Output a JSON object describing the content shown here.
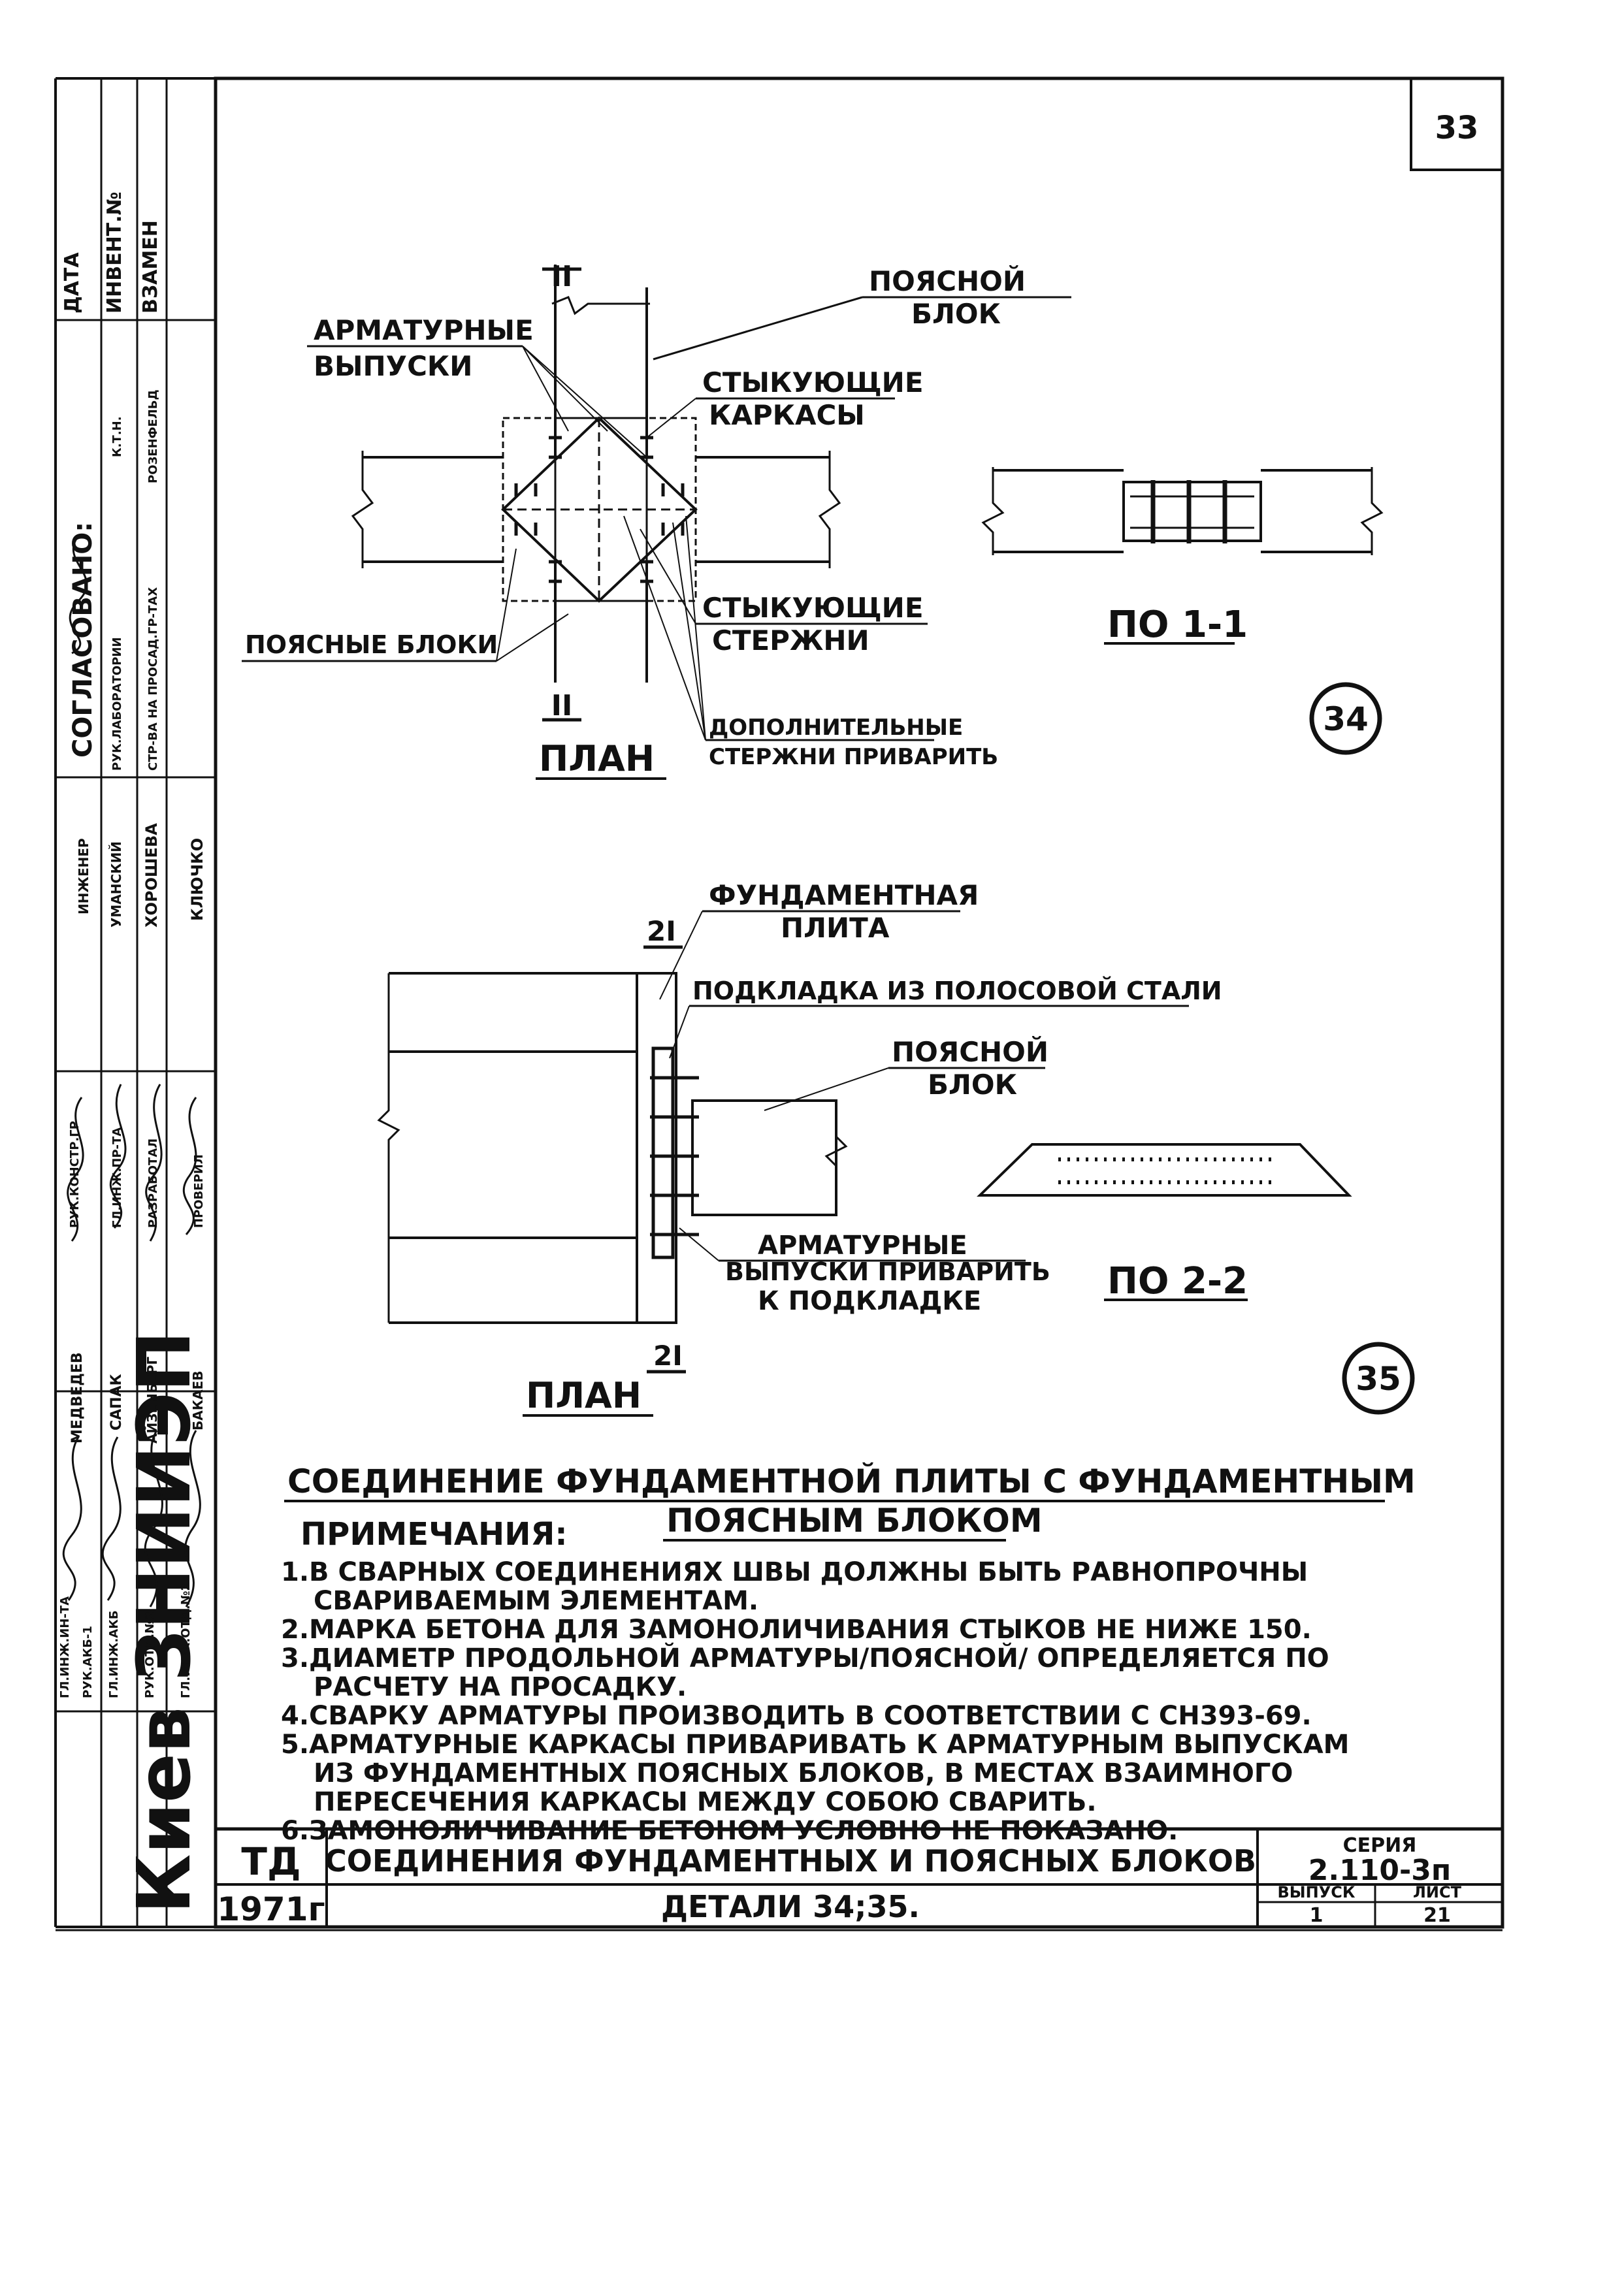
{
  "sheet_number": "33",
  "details": {
    "d34": {
      "number": "34",
      "plan_label": "ПЛАН",
      "section_label": "ПО 1-1",
      "cut_mark_top": "II",
      "cut_mark_bottom": "II",
      "labels": {
        "beltblock_line1": "ПОЯСНОЙ",
        "beltblock_line2": "БЛОК",
        "rebar_outlets_line1": "АРМАТУРНЫЕ",
        "rebar_outlets_line2": "ВЫПУСКИ",
        "joining_frames_line1": "СТЫКУЮЩИЕ",
        "joining_frames_line2": "КАРКАСЫ",
        "belt_blocks": "ПОЯСНЫЕ БЛОКИ",
        "joining_rods_line1": "СТЫКУЮЩИЕ",
        "joining_rods_line2": "СТЕРЖНИ",
        "extra_rods_line1": "ДОПОЛНИТЕЛЬНЫЕ",
        "extra_rods_line2": "СТЕРЖНИ ПРИВАРИТЬ"
      }
    },
    "d35": {
      "number": "35",
      "plan_label": "ПЛАН",
      "section_label": "ПО 2-2",
      "cut_mark_top": "2I",
      "cut_mark_bottom": "2I",
      "labels": {
        "slab_line1": "ФУНДАМЕНТНАЯ",
        "slab_line2": "ПЛИТА",
        "pad": "ПОДКЛАДКА ИЗ ПОЛОСОВОЙ СТАЛИ",
        "beltblock_line1": "ПОЯСНОЙ",
        "beltblock_line2": "БЛОК",
        "outlets_line1": "АРМАТУРНЫЕ",
        "outlets_line2": "ВЫПУСКИ ПРИВАРИТЬ",
        "outlets_line3": "К ПОДКЛАДКЕ"
      }
    }
  },
  "caption_line1": "СОЕДИНЕНИЕ ФУНДАМЕНТНОЙ ПЛИТЫ С ФУНДАМЕНТНЫМ",
  "caption_line2": "ПОЯСНЫМ БЛОКОМ",
  "notes": {
    "heading": "ПРИМЕЧАНИЯ:",
    "lines": [
      "1.В СВАРНЫХ СОЕДИНЕНИЯХ ШВЫ ДОЛЖНЫ БЫТЬ РАВНОПРОЧНЫ",
      "СВАРИВАЕМЫМ ЭЛЕМЕНТАМ.",
      "2.МАРКА БЕТОНА ДЛЯ ЗАМОНОЛИЧИВАНИЯ СТЫКОВ НЕ НИЖЕ 150.",
      "3.ДИАМЕТР ПРОДОЛЬНОЙ АРМАТУРЫ/ПОЯСНОЙ/ ОПРЕДЕЛЯЕТСЯ ПО",
      "РАСЧЕТУ НА ПРОСАДКУ.",
      "4.СВАРКУ АРМАТУРЫ ПРОИЗВОДИТЬ В СООТВЕТСТВИИ С СН393-69.",
      "5.АРМАТУРНЫЕ КАРКАСЫ ПРИВАРИВАТЬ К АРМАТУРНЫМ ВЫПУСКАМ",
      "ИЗ ФУНДАМЕНТНЫХ ПОЯСНЫХ БЛОКОВ, В МЕСТАХ ВЗАИМНОГО",
      "ПЕРЕСЕЧЕНИЯ КАРКАСЫ МЕЖДУ СОБОЮ СВАРИТЬ.",
      "6.ЗАМОНОЛИЧИВАНИЕ БЕТОНОМ УСЛОВНО НЕ ПОКАЗАНО."
    ]
  },
  "title_block": {
    "td": "ТД",
    "year": "1971г",
    "title": "СОЕДИНЕНИЯ ФУНДАМЕНТНЫХ И ПОЯСНЫХ БЛОКОВ",
    "subtitle": "ДЕТАЛИ 34;35.",
    "series_label": "СЕРИЯ",
    "series_value": "2.110-3п",
    "issue_label": "ВЫПУСК",
    "issue_value": "1",
    "sheet_label": "ЛИСТ",
    "sheet_value": "21"
  },
  "side_stamp": {
    "org": "Киев ЗНИИЭП",
    "approved": "СОГЛАСОВАНО:",
    "date": "ДАТА",
    "inv": "ИНВЕНТ.№",
    "replace": "ВЗАМЕН",
    "ktn": "К.Т.Н.",
    "rozenfeld": "РОЗЕНФЕЛЬД",
    "lab_head": "РУК.ЛАБОРАТОРИИ",
    "dept": "СТР-ВА НА ПРОСАД.ГР-ТАХ",
    "engineer": "ИНЖЕНЕР",
    "umanskiy": "УМАНСКИЙ",
    "khorosheva": "ХОРОШЕВА",
    "klyuchko": "КЛЮЧКО",
    "roles": [
      "ГЛ.ИНЖ.ИН-ТА",
      "РУК.АКБ-1",
      "ГЛ.ИНЖ.АКБ",
      "РУК.ОТД.№2",
      "ГЛ.ИНЖ.ОТД.№2"
    ],
    "roles2": [
      "РУК.КОНСТР.ГР",
      "ГЛ.ИНЖ.ПР-ТА",
      "РАЗРАБОТАЛ",
      "ПРОВЕРИЛ"
    ],
    "names": [
      "МЕДВЕДЕВ",
      "САПАК",
      "АЙЗЕНБЕРГ",
      "БАКАЕВ"
    ]
  }
}
